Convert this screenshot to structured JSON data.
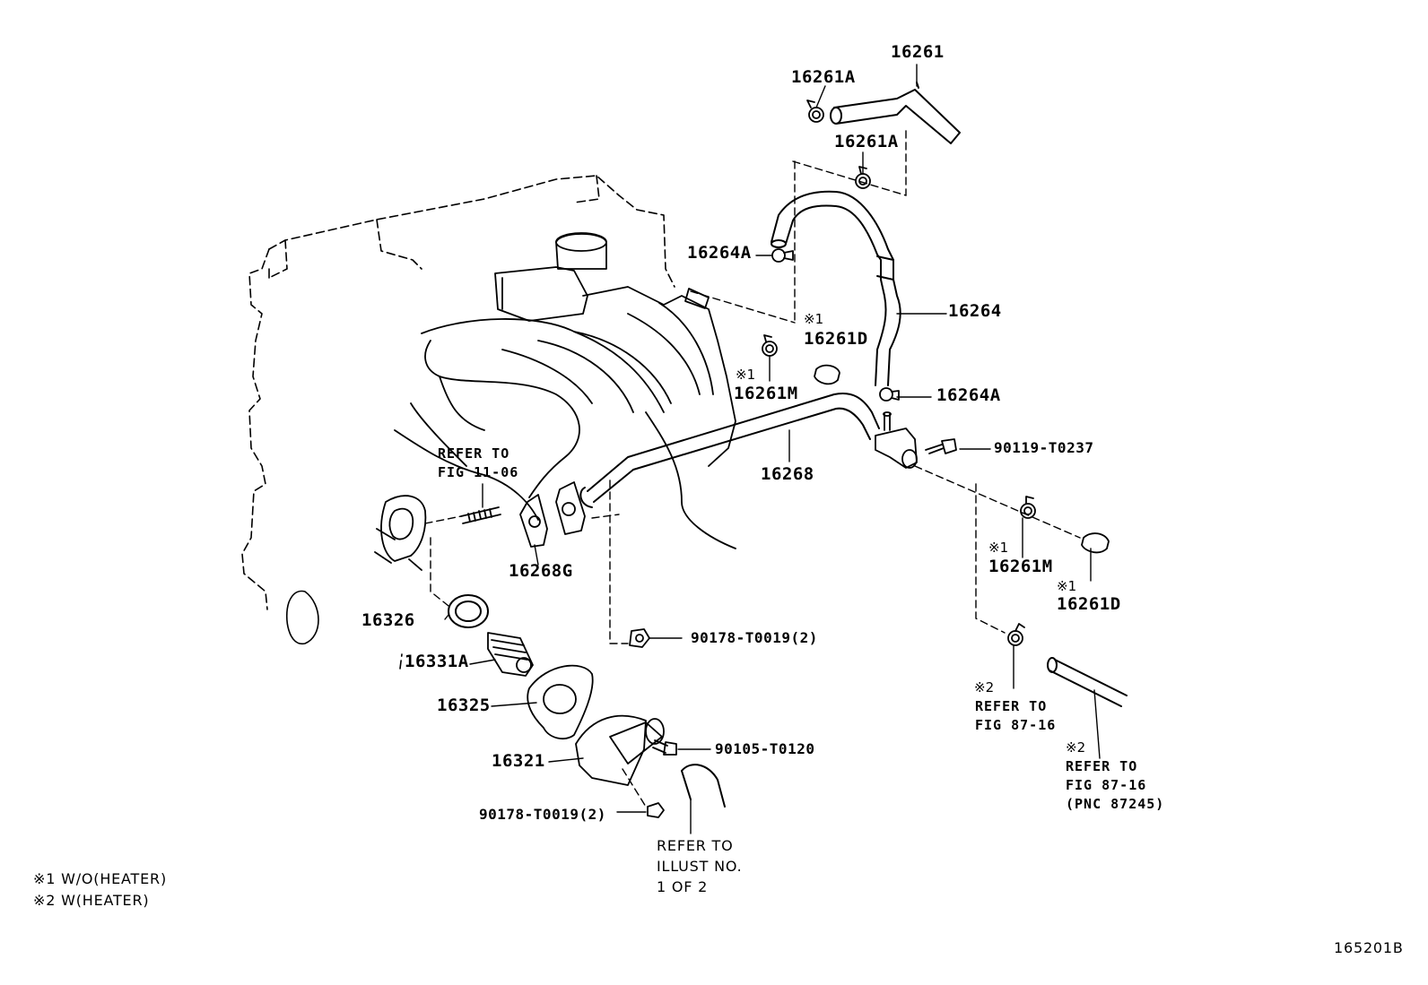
{
  "labels": {
    "p16261": "16261",
    "p16261A_top": "16261A",
    "p16261A_mid": "16261A",
    "p16264A_top": "16264A",
    "p16264": "16264",
    "p16264A_bot": "16264A",
    "p16261D_top": "16261D",
    "p16261M_top": "16261M",
    "p16268": "16268",
    "p90119": "90119-T0237",
    "p16268G": "16268G",
    "p16326": "16326",
    "p16331A": "16331A",
    "p16325": "16325",
    "p16321": "16321",
    "p90178_a": "90178-T0019(2)",
    "p90105": "90105-T0120",
    "p90178_b": "90178-T0019(2)",
    "p16261M_bot": "16261M",
    "p16261D_bot": "16261D"
  },
  "marks": {
    "m1_top_d": "※1",
    "m1_top_m": "※1",
    "m1_bot_m": "※1",
    "m1_bot_d": "※1",
    "m2_a": "※2",
    "m2_b": "※2"
  },
  "refs": {
    "fig1106_l1": "REFER TO",
    "fig1106_l2": "FIG 11-06",
    "fig8716a_l1": "REFER TO",
    "fig8716a_l2": "FIG 87-16",
    "fig8716b_l1": "REFER TO",
    "fig8716b_l2": "FIG 87-16",
    "fig8716b_l3": "(PNC 87245)",
    "illust_l1": "REFER TO",
    "illust_l2": "ILLUST NO.",
    "illust_l3": "1 OF 2"
  },
  "legend": {
    "note1": "※1 W/O(HEATER)",
    "note2": "※2 W(HEATER)"
  },
  "figure_id": "165201B"
}
